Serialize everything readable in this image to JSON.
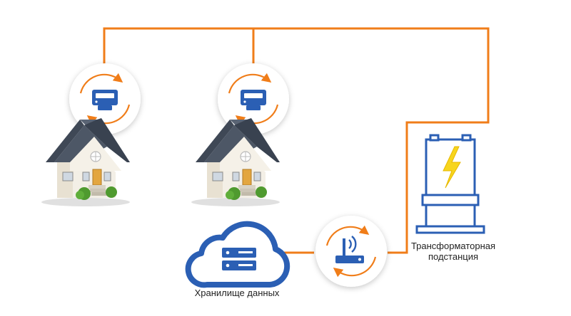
{
  "labels": {
    "storage": "Хранилище данных",
    "substation_line1": "Трансформаторная",
    "substation_line2": "подстанция"
  },
  "colors": {
    "line": "#f07d19",
    "accent_blue": "#2b5fb4",
    "bolt": "#f7d51d",
    "roof": "#4d5766",
    "wall": "#f1ece1",
    "door": "#e3a63f",
    "bush": "#4f9a2f"
  },
  "icons": {
    "meter_1": "smart-meter-icon",
    "meter_2": "smart-meter-icon",
    "router": "router-icon",
    "storage": "cloud-server-icon",
    "substation": "transformer-icon"
  }
}
